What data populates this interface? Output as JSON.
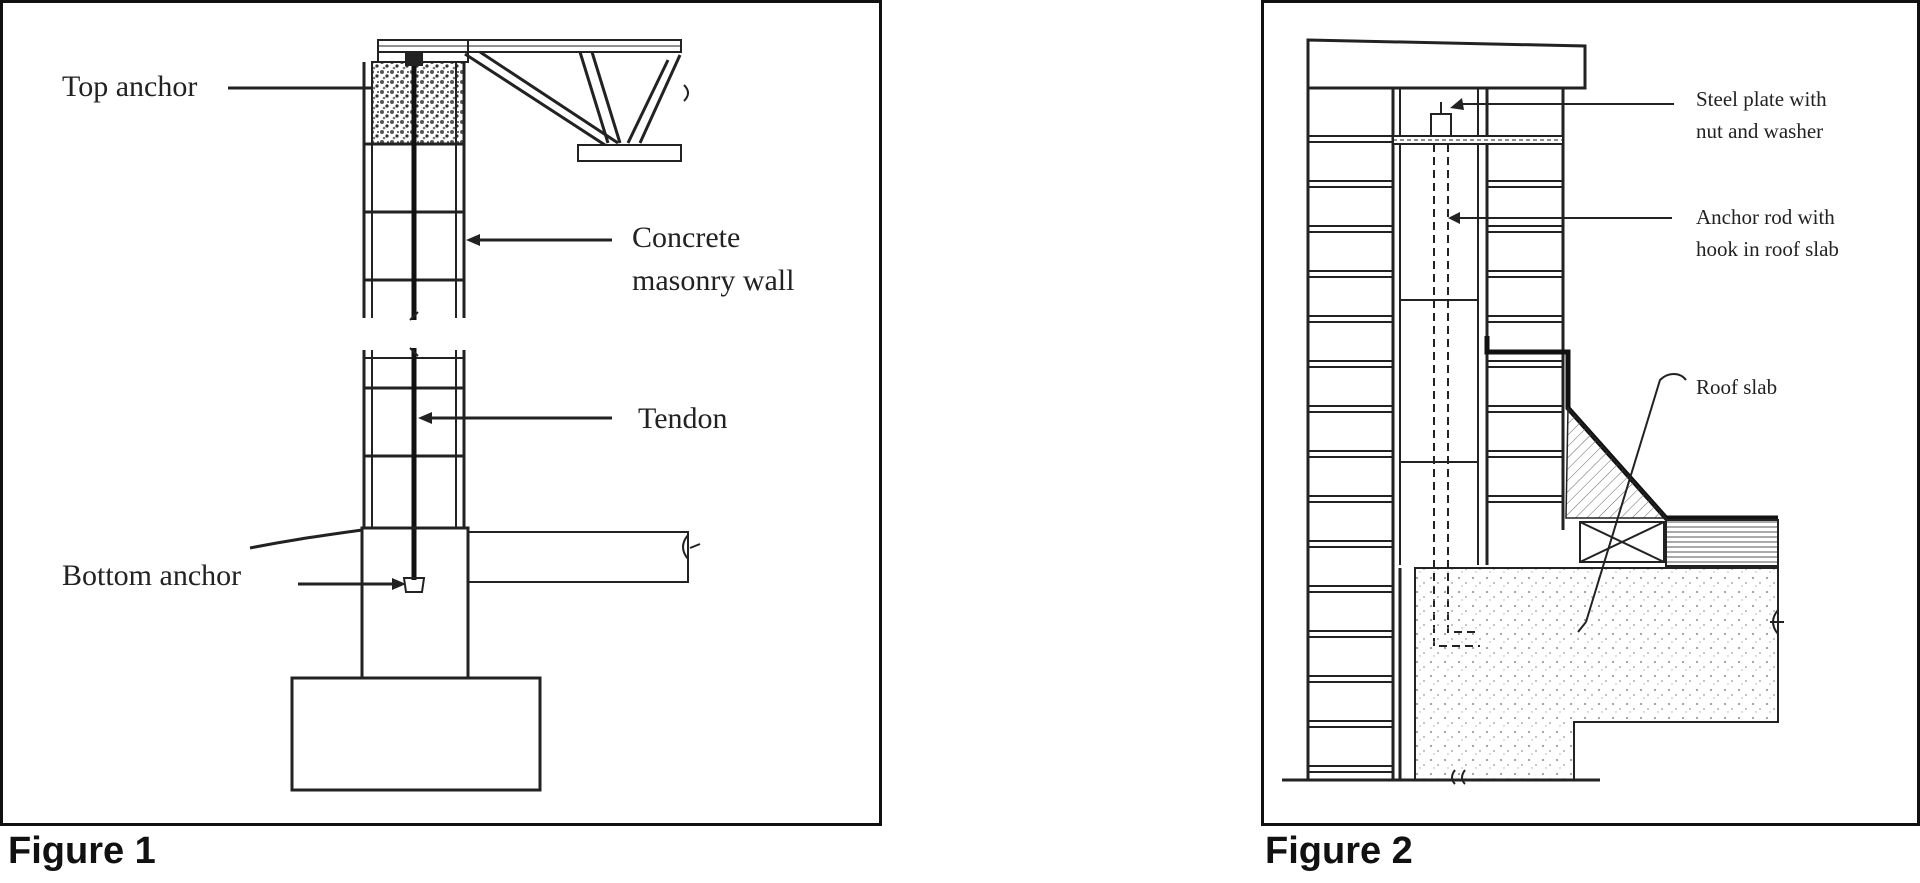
{
  "figure1": {
    "caption": "Figure 1",
    "labels": {
      "top_anchor": "Top anchor",
      "concrete_line1": "Concrete",
      "concrete_line2": "masonry wall",
      "tendon": "Tendon",
      "bottom_anchor": "Bottom anchor"
    }
  },
  "figure2": {
    "caption": "Figure 2",
    "labels": {
      "plate_line1": "Steel plate with",
      "plate_line2": "nut and washer",
      "rod_line1": "Anchor rod with",
      "rod_line2": "hook in roof slab",
      "roof_slab": "Roof slab"
    }
  }
}
